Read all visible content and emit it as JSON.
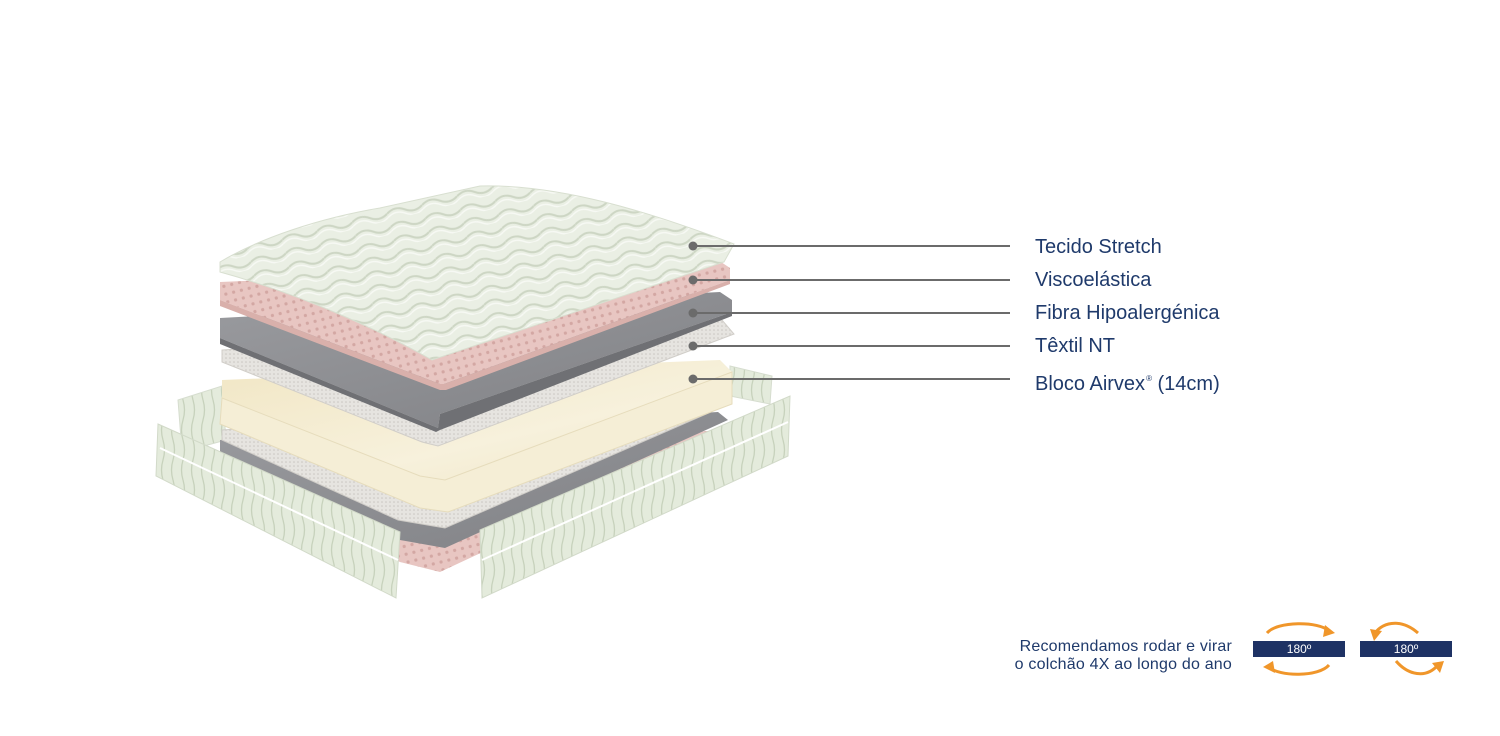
{
  "colors": {
    "label_text": "#1f3a6b",
    "leader_line": "#6b6b6b",
    "badge_bg": "#1e3264",
    "arrow": "#f0962a",
    "cover": "#e6ece0",
    "visco": "#e9c8c4",
    "fibra": "#8a8b8f",
    "textil": "#e3e1dd",
    "bloco": "#f4ecce"
  },
  "layers": [
    {
      "label": "Tecido Stretch"
    },
    {
      "label": "Viscoelástica"
    },
    {
      "label": "Fibra Hipoalergénica"
    },
    {
      "label": "Têxtil NT"
    },
    {
      "label": "Bloco Airvex",
      "reg": "®",
      "suffix": " (14cm)"
    }
  ],
  "recommendation": {
    "line1": "Recomendamos rodar e virar",
    "line2": "o colchão 4X ao longo do ano"
  },
  "rotations": [
    {
      "label": "180º",
      "icon": "rotate-horizontal-icon"
    },
    {
      "label": "180º",
      "icon": "flip-vertical-icon"
    }
  ]
}
